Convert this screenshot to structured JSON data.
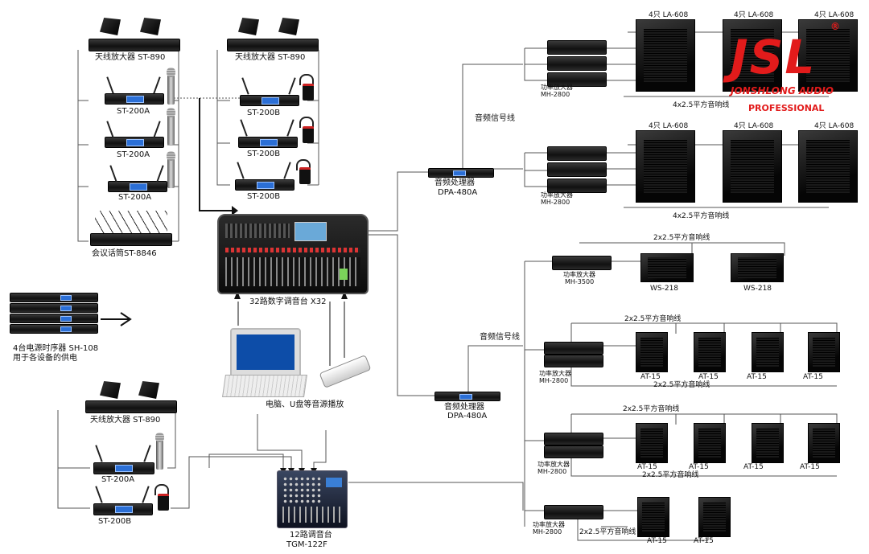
{
  "devices": {
    "antenna_amp_tl": "天线放大器 ST-890",
    "antenna_amp_tm": "天线放大器 ST-890",
    "antenna_amp_bl": "天线放大器 ST-890",
    "st200a_1": "ST-200A",
    "st200a_2": "ST-200A",
    "st200a_3": "ST-200A",
    "st200a_4": "ST-200A",
    "st200b_1": "ST-200B",
    "st200b_2": "ST-200B",
    "st200b_3": "ST-200B",
    "st200b_4": "ST-200B",
    "conference_mic": "会议话筒ST-8846",
    "power_seq_1": "4台电源时序器 SH-108",
    "power_seq_2": "用于各设备的供电",
    "digital_mixer": "32路数字调音台  X32",
    "pc_usb": "电脑、U盘等音源播放",
    "mixer12_1": "12路调音台",
    "mixer12_2": "TGM-122F",
    "processor_1a": "音频处理器",
    "processor_1b": "DPA-480A",
    "processor_2a": "音频处理器",
    "processor_2b": "DPA-480A",
    "signal_line_1": "音频信号线",
    "signal_line_2": "音频信号线"
  },
  "amps": {
    "amp1a": "功率放大器",
    "amp1b": "MH-2800",
    "amp2a": "功率放大器",
    "amp2b": "MH-2800",
    "amp3a": "功率放大器",
    "amp3b": "MH-3500",
    "amp4a": "功率放大器",
    "amp4b": "MH-2800",
    "amp5a": "功率放大器",
    "amp5b": "MH-2800",
    "amp6a": "功率放大器",
    "amp6b": "MH-2800"
  },
  "speakers": {
    "la1": "4只 LA-608",
    "la2": "4只 LA-608",
    "la3": "4只 LA-608",
    "la4": "4只 LA-608",
    "la5": "4只 LA-608",
    "la6": "4只 LA-608",
    "cable4_1": "4x2.5平方音响线",
    "cable4_2": "4x2.5平方音响线",
    "ws218_1": "WS-218",
    "ws218_2": "WS-218",
    "cable2_sub": "2x2.5平方音响线",
    "at15": [
      "AT-15",
      "AT-15",
      "AT-15",
      "AT-15",
      "AT-15",
      "AT-15",
      "AT-15",
      "AT-15",
      "AT-15",
      "AT-15"
    ],
    "cable2_r1a": "2x2.5平方音响线",
    "cable2_r1b": "2x2.5平方音响线",
    "cable2_r2a": "2x2.5平方音响线",
    "cable2_r2b": "2x2.5平方音响线",
    "cable2_last": "2x2.5平方音响线"
  },
  "logo": {
    "brand": "JSL",
    "sub": "JONSHLONG AUDIO",
    "tag": "PROFESSIONAL",
    "reg": "®"
  }
}
